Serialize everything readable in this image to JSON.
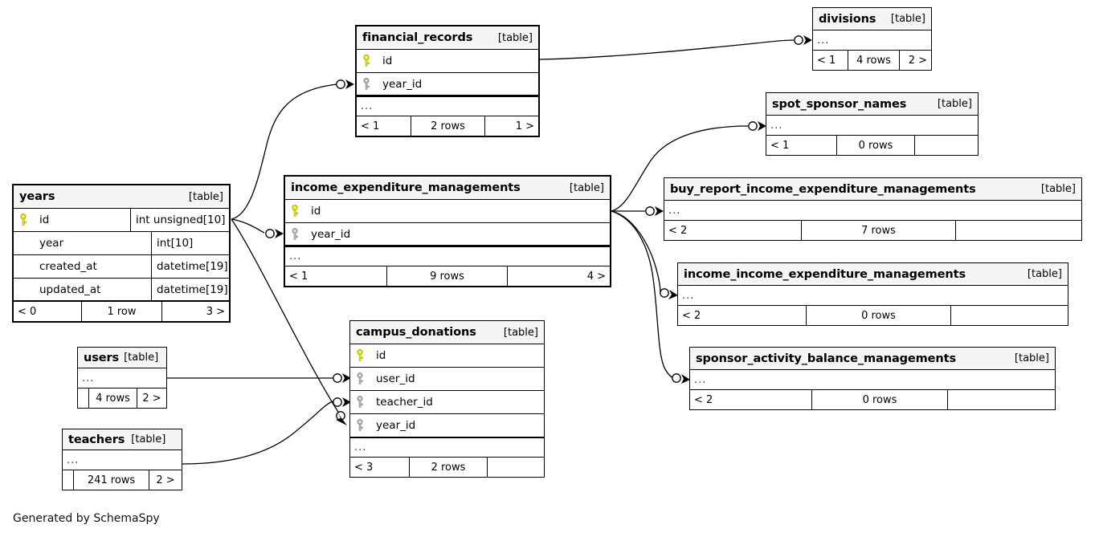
{
  "diagram": {
    "type": "entity-relationship-diagram",
    "generator_credit": "Generated by SchemaSpy",
    "table_tag": "[table]",
    "ellipsis": "...",
    "colors": {
      "primary_key_icon": "#e8e800",
      "foreign_key_icon": "#b3b3b3",
      "header_background": "#f5f5f5",
      "border": "#000000",
      "edge": "#000000",
      "canvas": "#ffffff"
    }
  },
  "tables": {
    "years": {
      "name": "years",
      "tag": "[table]",
      "columns": [
        {
          "key": "primary",
          "name": "id",
          "type": "int unsigned[10]"
        },
        {
          "key": "none",
          "name": "year",
          "type": "int[10]"
        },
        {
          "key": "none",
          "name": "created_at",
          "type": "datetime[19]"
        },
        {
          "key": "none",
          "name": "updated_at",
          "type": "datetime[19]"
        }
      ],
      "footer": {
        "left": "< 0",
        "center": "1 row",
        "right": "3 >"
      }
    },
    "financial_records": {
      "name": "financial_records",
      "tag": "[table]",
      "columns": [
        {
          "key": "primary",
          "name": "id"
        },
        {
          "key": "foreign",
          "name": "year_id"
        }
      ],
      "ellipsis": "...",
      "footer": {
        "left": "< 1",
        "center": "2 rows",
        "right": "1 >"
      }
    },
    "divisions": {
      "name": "divisions",
      "tag": "[table]",
      "ellipsis": "...",
      "footer": {
        "left": "< 1",
        "center": "4 rows",
        "right": "2 >"
      }
    },
    "spot_sponsor_names": {
      "name": "spot_sponsor_names",
      "tag": "[table]",
      "ellipsis": "...",
      "footer": {
        "left": "< 1",
        "center": "0 rows",
        "right": ""
      }
    },
    "income_expenditure_managements": {
      "name": "income_expenditure_managements",
      "tag": "[table]",
      "columns": [
        {
          "key": "primary",
          "name": "id"
        },
        {
          "key": "foreign",
          "name": "year_id"
        }
      ],
      "ellipsis": "...",
      "footer": {
        "left": "< 1",
        "center": "9 rows",
        "right": "4 >"
      }
    },
    "buy_report_income_expenditure_managements": {
      "name": "buy_report_income_expenditure_managements",
      "tag": "[table]",
      "ellipsis": "...",
      "footer": {
        "left": "< 2",
        "center": "7 rows",
        "right": ""
      }
    },
    "income_income_expenditure_managements": {
      "name": "income_income_expenditure_managements",
      "tag": "[table]",
      "ellipsis": "...",
      "footer": {
        "left": "< 2",
        "center": "0 rows",
        "right": ""
      }
    },
    "sponsor_activity_balance_managements": {
      "name": "sponsor_activity_balance_managements",
      "tag": "[table]",
      "ellipsis": "...",
      "footer": {
        "left": "< 2",
        "center": "0 rows",
        "right": ""
      }
    },
    "campus_donations": {
      "name": "campus_donations",
      "tag": "[table]",
      "columns": [
        {
          "key": "primary",
          "name": "id"
        },
        {
          "key": "foreign",
          "name": "user_id"
        },
        {
          "key": "foreign",
          "name": "teacher_id"
        },
        {
          "key": "foreign",
          "name": "year_id"
        }
      ],
      "ellipsis": "...",
      "footer": {
        "left": "< 3",
        "center": "2 rows",
        "right": ""
      }
    },
    "users": {
      "name": "users",
      "tag": "[table]",
      "ellipsis": "...",
      "footer": {
        "left": "",
        "center": "4 rows",
        "right": "2 >"
      }
    },
    "teachers": {
      "name": "teachers",
      "tag": "[table]",
      "ellipsis": "...",
      "footer": {
        "left": "",
        "center": "241 rows",
        "right": "2 >"
      }
    }
  },
  "relationships": [
    {
      "from": "years.id",
      "to": "financial_records.year_id"
    },
    {
      "from": "years.id",
      "to": "income_expenditure_managements.year_id"
    },
    {
      "from": "years.id",
      "to": "campus_donations.year_id"
    },
    {
      "from": "financial_records.id",
      "to": "divisions"
    },
    {
      "from": "income_expenditure_managements.id",
      "to": "spot_sponsor_names"
    },
    {
      "from": "income_expenditure_managements.id",
      "to": "buy_report_income_expenditure_managements"
    },
    {
      "from": "income_expenditure_managements.id",
      "to": "income_income_expenditure_managements"
    },
    {
      "from": "income_expenditure_managements.id",
      "to": "sponsor_activity_balance_managements"
    },
    {
      "from": "users",
      "to": "campus_donations.user_id"
    },
    {
      "from": "teachers",
      "to": "campus_donations.teacher_id"
    }
  ]
}
